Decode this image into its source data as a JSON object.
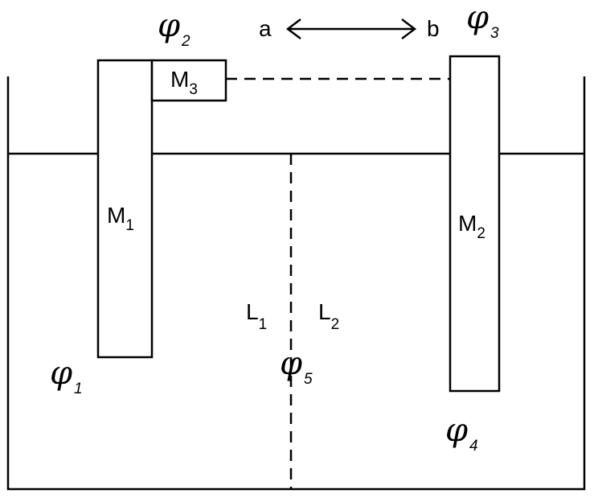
{
  "labels": {
    "m1": {
      "main": "M",
      "sub": "1"
    },
    "m2": {
      "main": "M",
      "sub": "2"
    },
    "m3": {
      "main": "M",
      "sub": "3"
    },
    "l1": {
      "main": "L",
      "sub": "1"
    },
    "l2": {
      "main": "L",
      "sub": "2"
    },
    "phi1": {
      "main": "φ",
      "sub": "1"
    },
    "phi2": {
      "main": "φ",
      "sub": "2"
    },
    "phi3": {
      "main": "φ",
      "sub": "3"
    },
    "phi4": {
      "main": "φ",
      "sub": "4"
    },
    "phi5": {
      "main": "φ",
      "sub": "5"
    },
    "a": "a",
    "b": "b"
  }
}
